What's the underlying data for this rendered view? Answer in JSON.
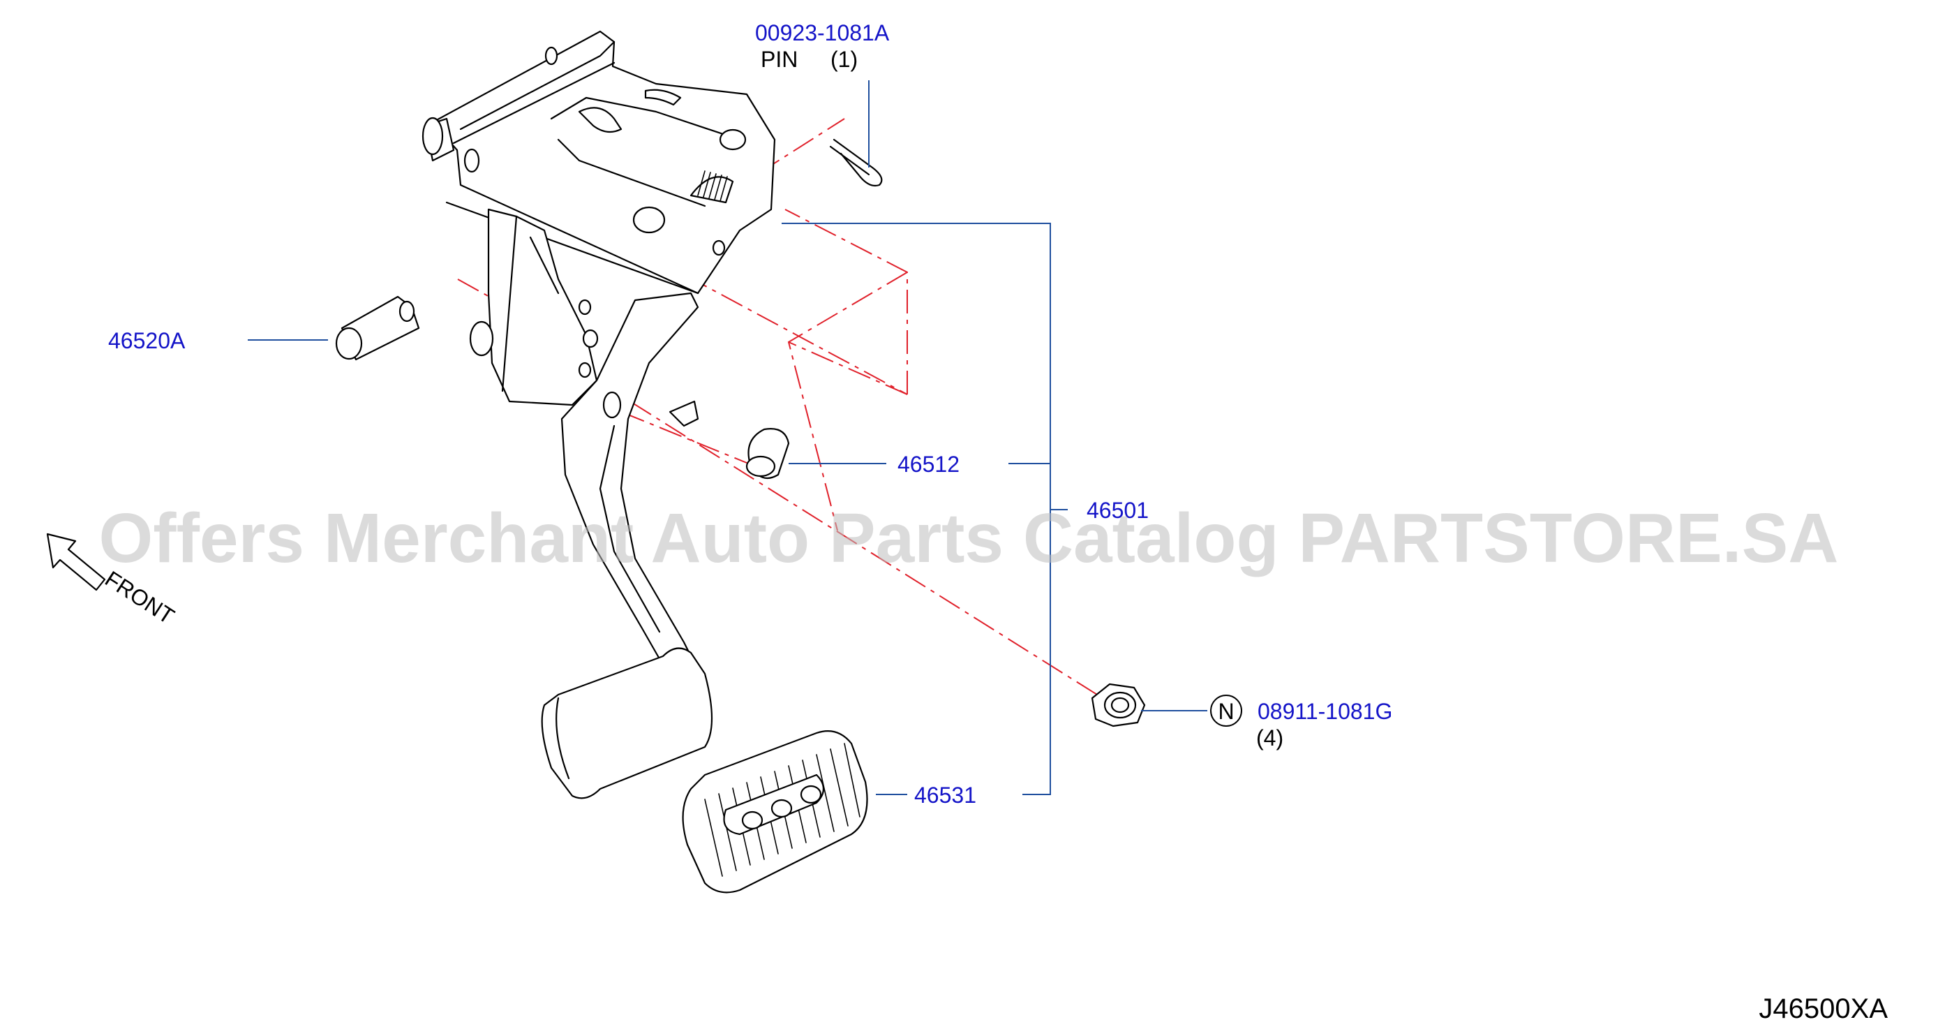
{
  "diagram_code": "J46500XA",
  "watermark": "Offers Merchant Auto Parts Catalog PARTSTORE.SA",
  "front_indicator": {
    "label": "FRONT",
    "icon": "front-arrow-icon"
  },
  "callouts": {
    "pin": {
      "part_number": "00923-1081A",
      "name": "PIN",
      "qty": "(1)"
    },
    "bushing_pin": {
      "part_number": "46520A"
    },
    "stopper": {
      "part_number": "46512"
    },
    "assembly": {
      "part_number": "46501"
    },
    "nut": {
      "part_number": "08911-1081G",
      "qty": "(4)",
      "symbol": "N"
    },
    "pad": {
      "part_number": "46531"
    }
  },
  "colors": {
    "part_number_text": "#1414c8",
    "leader_line": "#1f4f9e",
    "phantom_line": "#e0202a",
    "watermark": "#bdbdbd"
  }
}
